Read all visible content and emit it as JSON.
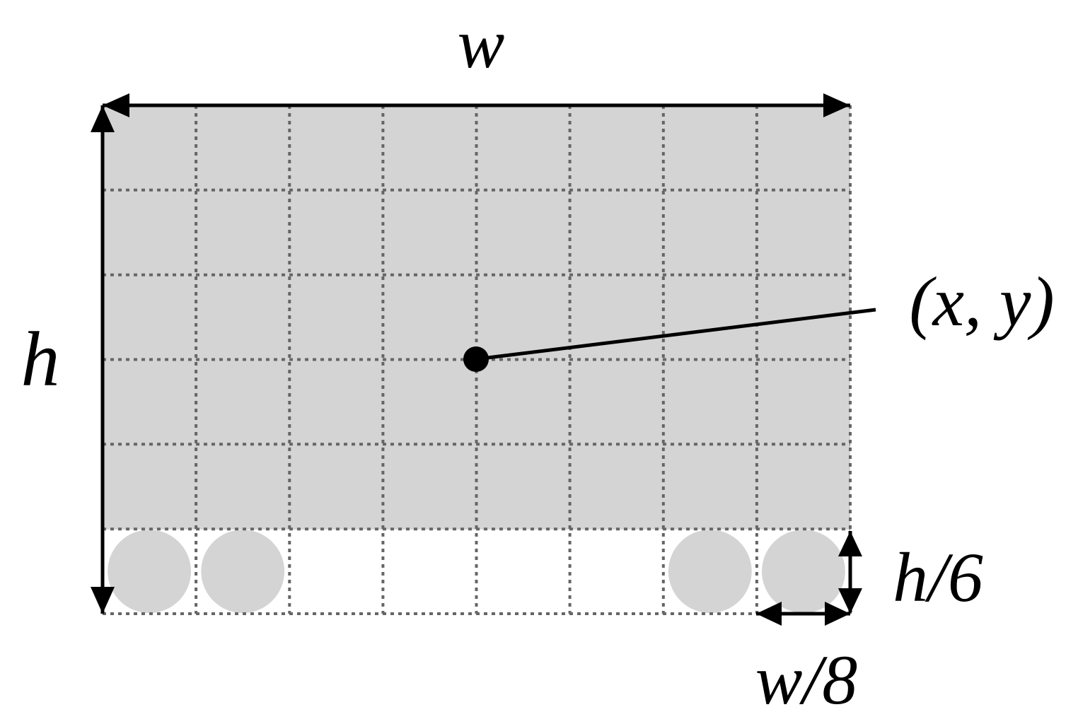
{
  "diagram": {
    "grid": {
      "columns": 8,
      "rows": 6
    },
    "bottom_row_circles": [
      1,
      2,
      7,
      8
    ],
    "labels": {
      "width": "w",
      "height": "h",
      "point": "(x, y)",
      "cell_height": "h/6",
      "cell_width": "w/8"
    },
    "colors": {
      "fill": "#d4d4d4",
      "grid_line": "#666666",
      "ink": "#000000",
      "background": "#ffffff"
    }
  }
}
